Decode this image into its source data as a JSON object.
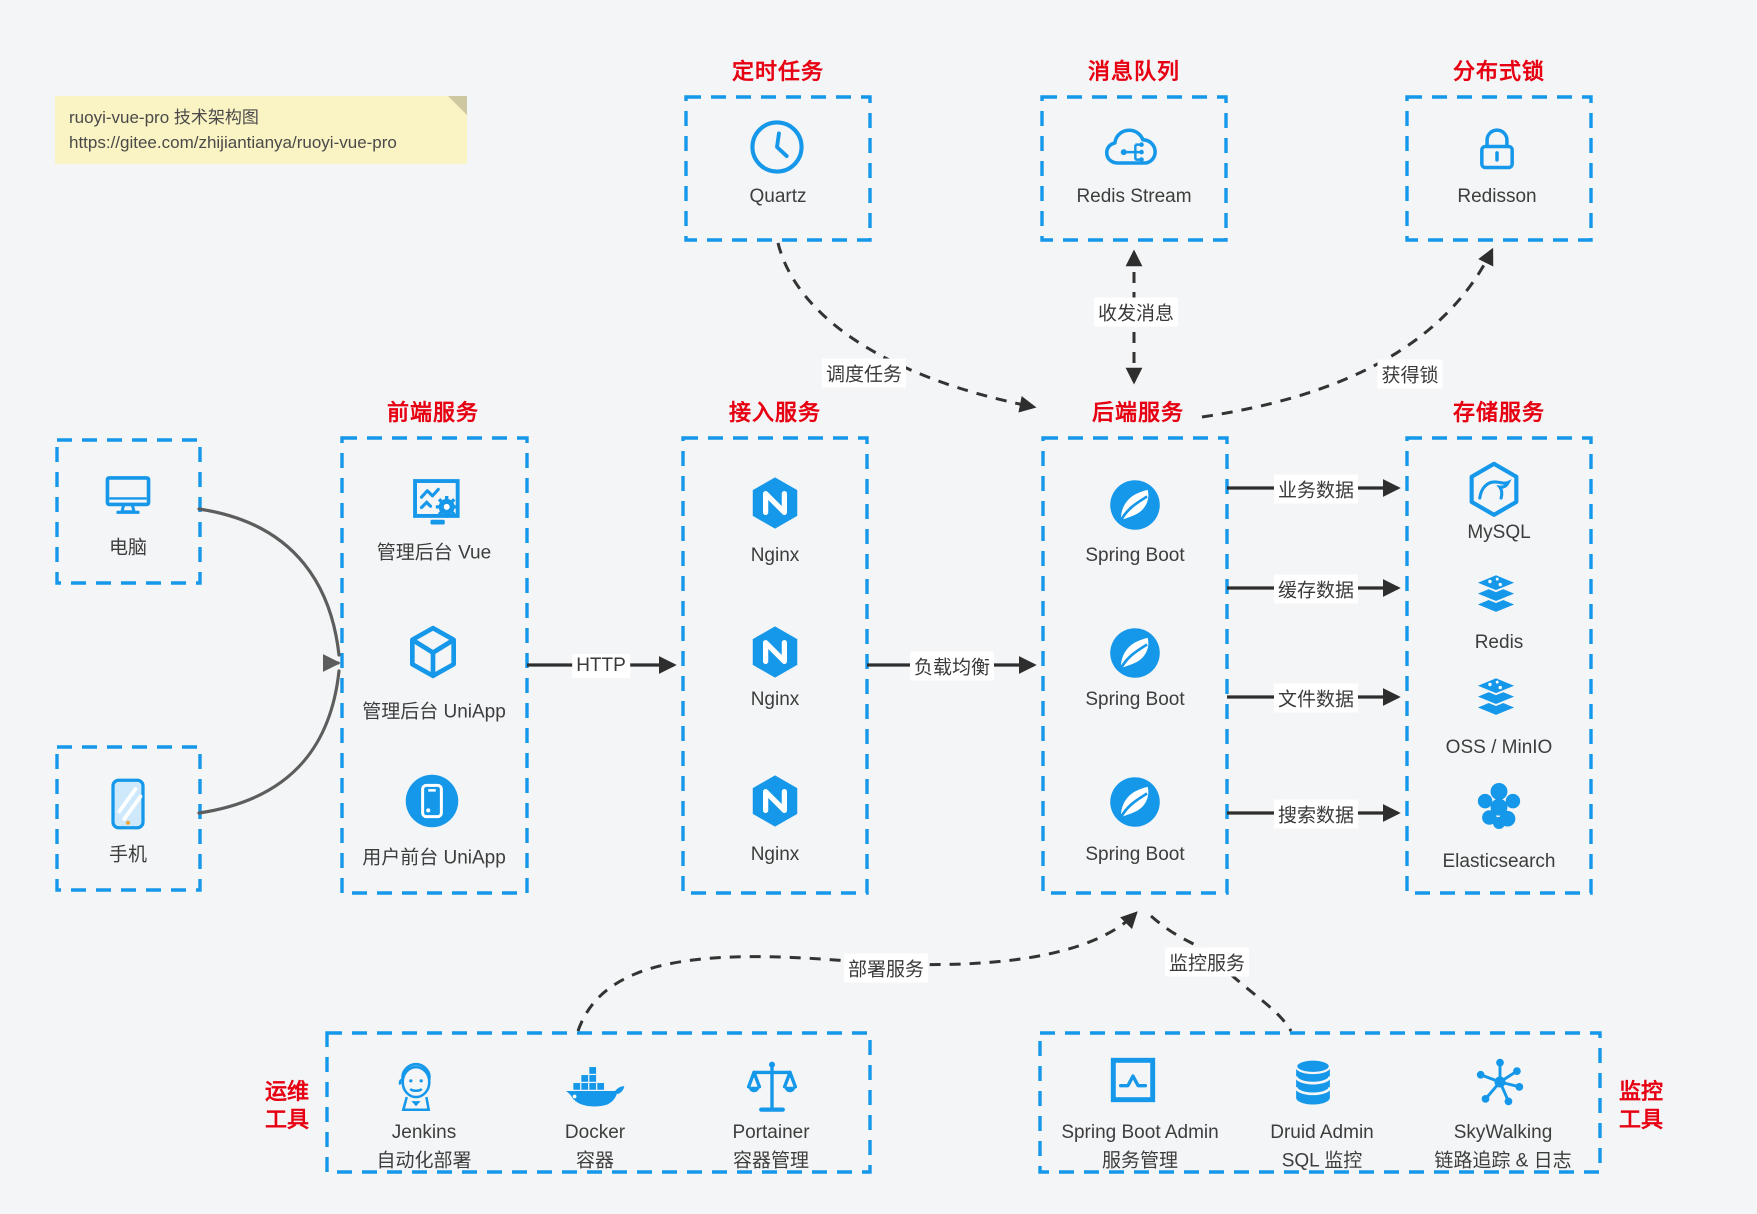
{
  "note": {
    "line1": "ruoyi-vue-pro 技术架构图",
    "line2": "https://gitee.com/zhijiantianya/ruoyi-vue-pro"
  },
  "colors": {
    "accent_blue": "#1597ea",
    "title_red": "#e60012",
    "arrow_dark": "#2e2e2e",
    "device_arrow_grey": "#5d5d5d",
    "note_bg": "#faf3c3",
    "canvas_bg": "#f4f5f6"
  },
  "top_groups": [
    {
      "title": "定时任务",
      "item": {
        "label": "Quartz",
        "icon": "clock-icon"
      }
    },
    {
      "title": "消息队列",
      "item": {
        "label": "Redis Stream",
        "icon": "cloud-stream-icon"
      }
    },
    {
      "title": "分布式锁",
      "item": {
        "label": "Redisson",
        "icon": "lock-icon"
      }
    }
  ],
  "clients": [
    {
      "label": "电脑",
      "icon": "desktop-icon"
    },
    {
      "label": "手机",
      "icon": "smartphone-icon"
    }
  ],
  "columns": [
    {
      "title": "前端服务",
      "items": [
        {
          "label": "管理后台 Vue",
          "icon": "admin-vue-icon"
        },
        {
          "label": "管理后台 UniApp",
          "icon": "cube-icon"
        },
        {
          "label": "用户前台 UniApp",
          "icon": "mobile-app-icon"
        }
      ]
    },
    {
      "title": "接入服务",
      "items": [
        {
          "label": "Nginx",
          "icon": "nginx-icon"
        },
        {
          "label": "Nginx",
          "icon": "nginx-icon"
        },
        {
          "label": "Nginx",
          "icon": "nginx-icon"
        }
      ]
    },
    {
      "title": "后端服务",
      "items": [
        {
          "label": "Spring Boot",
          "icon": "spring-boot-icon"
        },
        {
          "label": "Spring Boot",
          "icon": "spring-boot-icon"
        },
        {
          "label": "Spring Boot",
          "icon": "spring-boot-icon"
        }
      ]
    },
    {
      "title": "存储服务",
      "items": [
        {
          "label": "MySQL",
          "icon": "mysql-icon"
        },
        {
          "label": "Redis",
          "icon": "redis-stack-icon"
        },
        {
          "label": "OSS / MinIO",
          "icon": "oss-minio-stack-icon"
        },
        {
          "label": "Elasticsearch",
          "icon": "elasticsearch-icon"
        }
      ]
    }
  ],
  "bottom_groups": [
    {
      "side_label": [
        "运维",
        "工具"
      ],
      "items": [
        {
          "name": "Jenkins",
          "desc": "自动化部署",
          "icon": "jenkins-icon"
        },
        {
          "name": "Docker",
          "desc": "容器",
          "icon": "docker-icon"
        },
        {
          "name": "Portainer",
          "desc": "容器管理",
          "icon": "portainer-icon"
        }
      ]
    },
    {
      "side_label": [
        "监控",
        "工具"
      ],
      "items": [
        {
          "name": "Spring Boot Admin",
          "desc": "服务管理",
          "icon": "spring-boot-admin-icon"
        },
        {
          "name": "Druid Admin",
          "desc": "SQL 监控",
          "icon": "druid-icon"
        },
        {
          "name": "SkyWalking",
          "desc": "链路追踪 & 日志",
          "icon": "skywalking-icon"
        }
      ]
    }
  ],
  "edges": {
    "http": "HTTP",
    "load_balance": "负载均衡",
    "business": "业务数据",
    "cache": "缓存数据",
    "file": "文件数据",
    "search": "搜索数据",
    "schedule": "调度任务",
    "messages": "收发消息",
    "lock": "获得锁",
    "deploy": "部署服务",
    "monitor": "监控服务"
  }
}
